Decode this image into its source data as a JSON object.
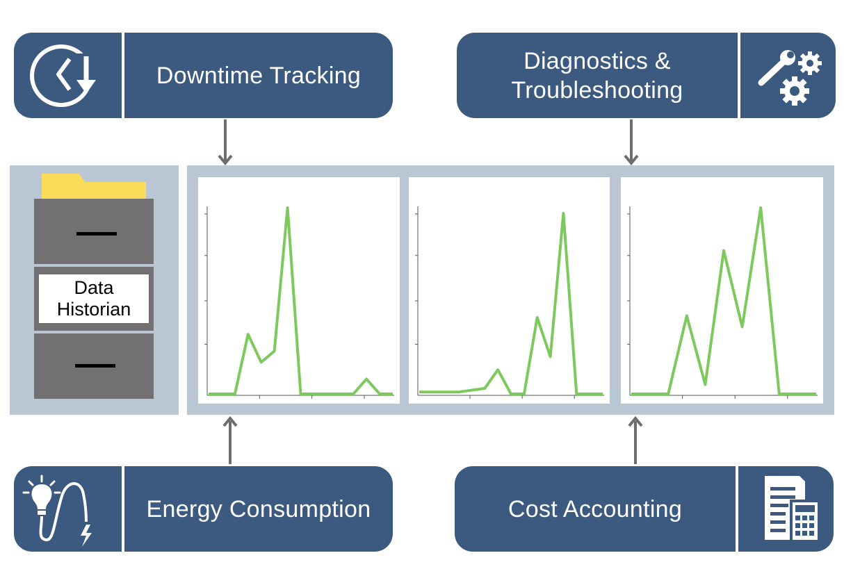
{
  "tiles": {
    "downtime": {
      "label": "Downtime Tracking",
      "icon": "clock-down-arrow-icon"
    },
    "diagnostics": {
      "label": "Diagnostics &\nTroubleshooting",
      "icon": "wrench-gears-icon"
    },
    "energy": {
      "label": "Energy Consumption",
      "icon": "lightbulb-lightning-icon"
    },
    "cost": {
      "label": "Cost Accounting",
      "icon": "spreadsheet-calculator-icon"
    }
  },
  "historian": {
    "label": "Data\nHistorian",
    "icon": "file-cabinet-icon"
  },
  "colors": {
    "tile": "#3c5a80",
    "panel": "#b9c7d4",
    "line": "#7dc95e",
    "folder": "#fbdc5a",
    "cabinet": "#727070",
    "arrow": "#6d6d6d"
  },
  "chart_data": [
    {
      "type": "line",
      "series": [
        {
          "values": [
            0,
            0,
            0,
            0.32,
            0.17,
            0.23,
            1.0,
            0,
            0,
            0,
            0,
            0,
            0.08,
            0,
            0
          ]
        }
      ]
    },
    {
      "type": "line",
      "series": [
        {
          "values": [
            0.01,
            0.01,
            0.01,
            0.01,
            0.02,
            0.03,
            0.13,
            0,
            0,
            0.41,
            0.2,
            0.97,
            0,
            0,
            0
          ]
        }
      ]
    },
    {
      "type": "line",
      "series": [
        {
          "values": [
            0,
            0,
            0,
            0.42,
            0.05,
            0.77,
            0.36,
            1.0,
            0,
            0,
            0
          ]
        }
      ]
    }
  ]
}
